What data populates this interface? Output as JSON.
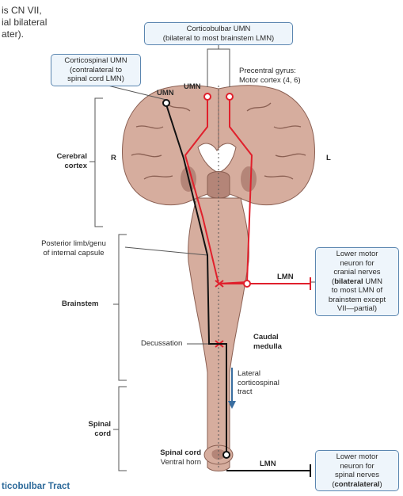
{
  "top_note": {
    "lines": [
      "is CN VII,",
      "ial bilateral",
      "ater)."
    ]
  },
  "callouts": {
    "corticobulbar": [
      "Corticobulbar UMN",
      "(bilateral to most brainstem LMN)"
    ],
    "corticospinal": [
      "Corticospinal UMN",
      "(contralateral to",
      "spinal cord LMN)"
    ],
    "lmn_cranial": {
      "l1": "Lower motor",
      "l2": "neuron for",
      "l3": "cranial nerves",
      "l4_bold": "bilateral",
      "l4_rest": " UMN",
      "l5": "to most LMN of",
      "l6": "brainstem except",
      "l7": "VII—partial)"
    },
    "lmn_spinal": {
      "l1": "Lower motor",
      "l2": "neuron for",
      "l3": "spinal nerves",
      "l4_bold": "contralateral"
    }
  },
  "labels": {
    "precentral": [
      "Precentral gyrus:",
      "Motor cortex (4, 6)"
    ],
    "umn_left": "UMN",
    "umn_center": "UMN",
    "side_r": "R",
    "side_l": "L",
    "cerebral_cortex": [
      "Cerebral",
      "cortex"
    ],
    "posterior_limb": [
      "Posterior limb/genu",
      "of internal capsule"
    ],
    "brainstem": "Brainstem",
    "lmn_upper": "LMN",
    "decussation": "Decussation",
    "caudal_medulla": [
      "Caudal",
      "medulla"
    ],
    "lateral_tract": [
      "Lateral",
      "corticospinal",
      "tract"
    ],
    "spinal_cord_side": [
      "Spinal",
      "cord"
    ],
    "spinal_cord_horn": [
      "Spinal cord",
      "Ventral horn"
    ],
    "lmn_lower": "LMN"
  },
  "bottom_title": "ticobulbar Tract",
  "colors": {
    "tissue": "#d6ad9e",
    "tissue_dark": "#b48578",
    "red_pathway": "#e0202c",
    "black_pathway": "#111111",
    "callout_border": "#5b86b0",
    "callout_fill": "#eef5fb",
    "arrow_blue": "#3a6ea0"
  }
}
